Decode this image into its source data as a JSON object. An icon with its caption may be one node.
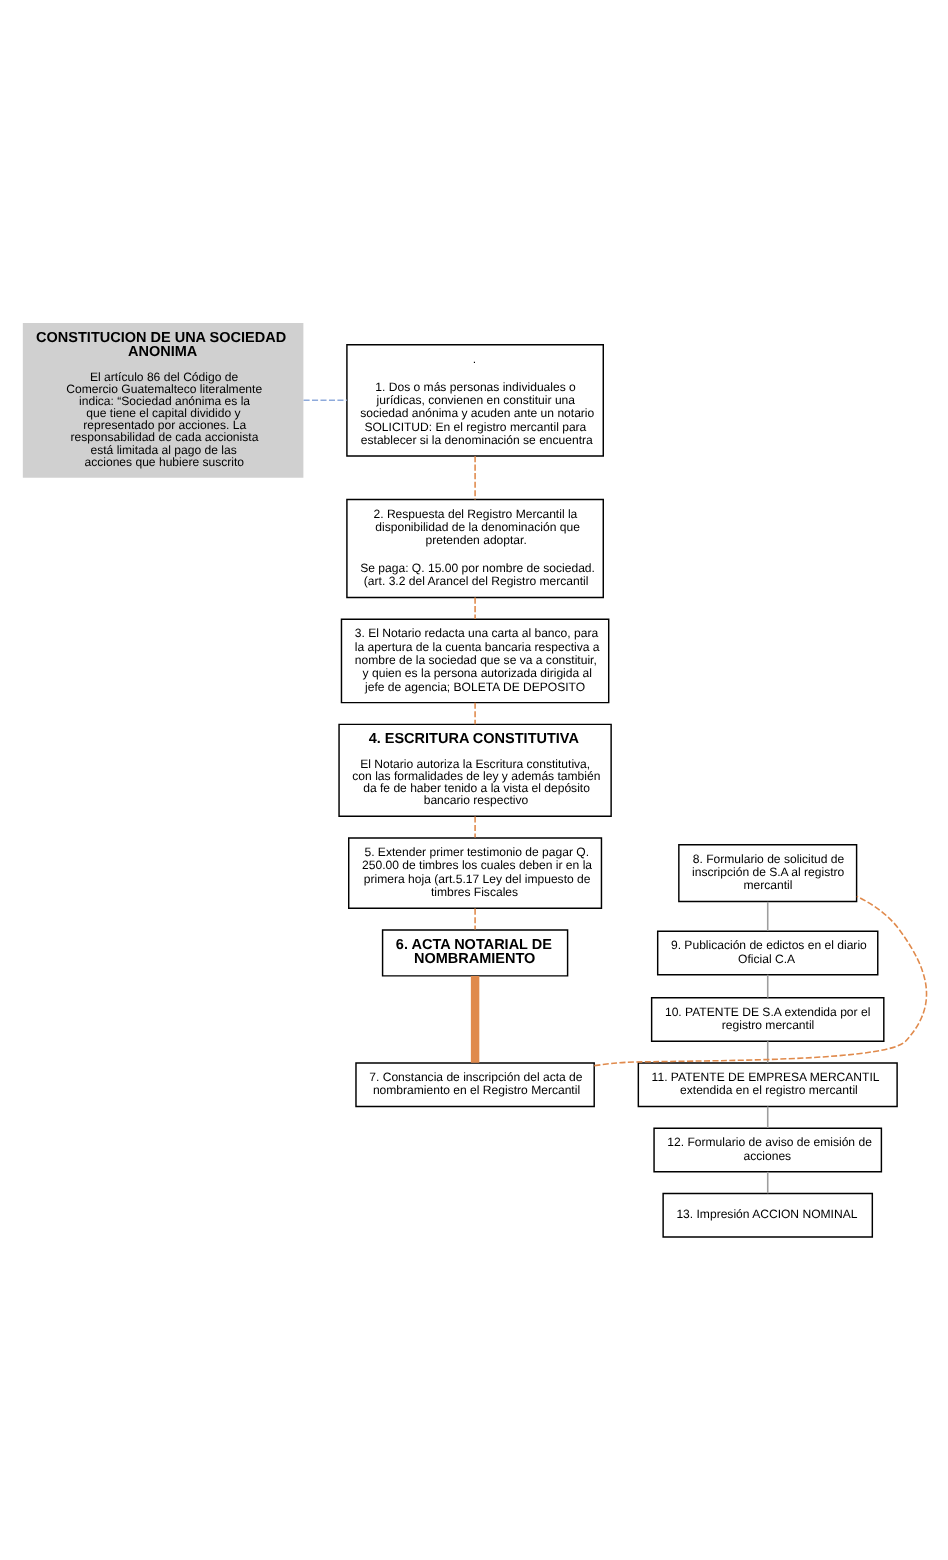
{
  "diagram": {
    "nodes": [
      {
        "text": [
          "CONSTITUCION DE UNA SOCIEDAD ANONIMA",
          "El artículo 86 del Código de Comercio Guatemalteco literalmente indica: “Sociedad anónima es la que tiene el capital dividido y representado por acciones. La responsabilidad de cada accionista está limitada al pago de las acciones que hubiere suscrito"
        ]
      },
      {
        "text": [
          ".",
          "1. Dos o más personas individuales o jurídicas, convienen en constituir una sociedad anónima y acuden ante un notario SOLICITUD: En el registro mercantil para establecer si la denominación se encuentra"
        ]
      },
      {
        "text": [
          "2. Respuesta del Registro Mercantil la disponibilidad de la denominación que pretenden adoptar.",
          "Se paga: Q. 15.00 por nombre de sociedad. (art. 3.2 del Arancel del Registro mercantil"
        ]
      },
      {
        "text": [
          "3. El Notario redacta una carta al banco, para la apertura de la cuenta bancaria respectiva a nombre de la sociedad que se va a constituir, y quien es la persona autorizada dirigida al jefe de agencia; BOLETA DE DEPOSITO"
        ]
      },
      {
        "text": [
          "4. ESCRITURA CONSTITUTIVA",
          "El Notario autoriza la Escritura constitutiva, con las formalidades de ley y además también da fe de haber tenido a la vista el depósito bancario respectivo"
        ]
      },
      {
        "text": [
          "5. Extender primer testimonio de pagar Q. 250.00 de timbres los cuales deben ir en la primera hoja (art.5.17 Ley del impuesto de timbres Fiscales"
        ]
      },
      {
        "text": [
          "6. ACTA NOTARIAL DE NOMBRAMIENTO"
        ]
      },
      {
        "text": [
          "7. Constancia de inscripción del acta de nombramiento en el Registro Mercantil"
        ]
      },
      {
        "text": [
          "8. Formulario de solicitud de inscripción de S.A al registro mercantil"
        ]
      },
      {
        "text": [
          "9. Publicación de edictos en el diario Oficial C.A"
        ]
      },
      {
        "text": [
          "10. PATENTE DE S.A extendida por el registro mercantil"
        ]
      },
      {
        "text": [
          "11. PATENTE DE EMPRESA MERCANTIL extendida en el registro mercantil"
        ]
      },
      {
        "text": [
          "12. Formulario de aviso de emisión de acciones"
        ]
      },
      {
        "text": [
          "13. Impresión ACCION NOMINAL"
        ]
      }
    ],
    "edges": [
      {
        "from": 0,
        "to": 1,
        "arrow": "none",
        "style": "dashed",
        "color": "#8eaadb"
      },
      {
        "from": 1,
        "to": 2,
        "arrow": "none",
        "style": "dashed"
      },
      {
        "from": 2,
        "to": 3,
        "arrow": "none",
        "style": "dashed"
      },
      {
        "from": 3,
        "to": 4,
        "arrow": "none",
        "style": "dashed"
      },
      {
        "from": 4,
        "to": 5,
        "arrow": "none",
        "style": "dashed"
      },
      {
        "from": 5,
        "to": 6,
        "arrow": "none",
        "style": "dashed"
      },
      {
        "from": 6,
        "to": 7,
        "arrow": "none",
        "style": "thick"
      },
      {
        "from": 7,
        "to": 8,
        "arrow": "none",
        "style": "dashed"
      },
      {
        "from": 8,
        "to": 9,
        "arrow": "none",
        "color": "#9e9e9e"
      },
      {
        "from": 9,
        "to": 10,
        "arrow": "none",
        "color": "#9e9e9e"
      },
      {
        "from": 10,
        "to": 11,
        "arrow": "none",
        "color": "#9e9e9e"
      },
      {
        "from": 11,
        "to": 12,
        "arrow": "none",
        "color": "#9e9e9e"
      },
      {
        "from": 12,
        "to": 13,
        "arrow": "none",
        "color": "#9e9e9e"
      }
    ]
  }
}
